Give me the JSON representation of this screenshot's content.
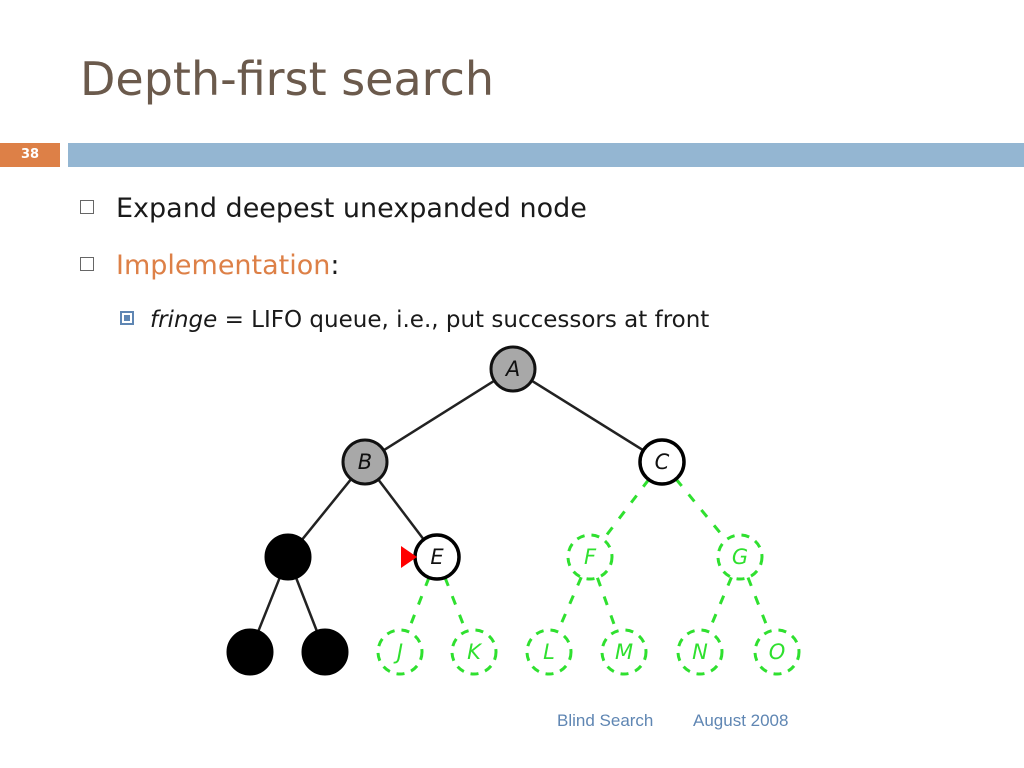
{
  "title": "Depth-first search",
  "slide_number": "38",
  "bullets": [
    {
      "text": "Expand deepest unexpanded node"
    },
    {
      "label": "Implementation",
      "suffix": ":"
    }
  ],
  "sub_bullet": {
    "term": "fringe",
    "text": " = LIFO queue, i.e., put successors at front"
  },
  "footer": {
    "left": "Blind Search",
    "right": "August 2008"
  },
  "colors": {
    "gray_node": "#a8a8a8",
    "green": "#2fe02f",
    "black": "#000000",
    "red_marker": "#ff0000",
    "accent": "#dd8047",
    "bar": "#94b6d2"
  },
  "tree": {
    "nodes": [
      {
        "id": "A",
        "label": "A",
        "state": "expanded"
      },
      {
        "id": "B",
        "label": "B",
        "state": "expanded"
      },
      {
        "id": "C",
        "label": "C",
        "state": "fringe"
      },
      {
        "id": "D",
        "label": "",
        "state": "removed"
      },
      {
        "id": "E",
        "label": "E",
        "state": "fringe",
        "current": true
      },
      {
        "id": "F",
        "label": "F",
        "state": "unexplored"
      },
      {
        "id": "G",
        "label": "G",
        "state": "unexplored"
      },
      {
        "id": "H",
        "label": "",
        "state": "removed"
      },
      {
        "id": "I",
        "label": "",
        "state": "removed"
      },
      {
        "id": "J",
        "label": "J",
        "state": "unexplored"
      },
      {
        "id": "K",
        "label": "K",
        "state": "unexplored"
      },
      {
        "id": "L",
        "label": "L",
        "state": "unexplored"
      },
      {
        "id": "M",
        "label": "M",
        "state": "unexplored"
      },
      {
        "id": "N",
        "label": "N",
        "state": "unexplored"
      },
      {
        "id": "O",
        "label": "O",
        "state": "unexplored"
      }
    ],
    "edges": [
      {
        "from": "A",
        "to": "B",
        "style": "solid"
      },
      {
        "from": "A",
        "to": "C",
        "style": "solid"
      },
      {
        "from": "B",
        "to": "D",
        "style": "solid"
      },
      {
        "from": "B",
        "to": "E",
        "style": "solid"
      },
      {
        "from": "D",
        "to": "H",
        "style": "solid"
      },
      {
        "from": "D",
        "to": "I",
        "style": "solid"
      },
      {
        "from": "C",
        "to": "F",
        "style": "dashed"
      },
      {
        "from": "C",
        "to": "G",
        "style": "dashed"
      },
      {
        "from": "E",
        "to": "J",
        "style": "dashed"
      },
      {
        "from": "E",
        "to": "K",
        "style": "dashed"
      },
      {
        "from": "F",
        "to": "L",
        "style": "dashed"
      },
      {
        "from": "F",
        "to": "M",
        "style": "dashed"
      },
      {
        "from": "G",
        "to": "N",
        "style": "dashed"
      },
      {
        "from": "G",
        "to": "O",
        "style": "dashed"
      }
    ]
  }
}
